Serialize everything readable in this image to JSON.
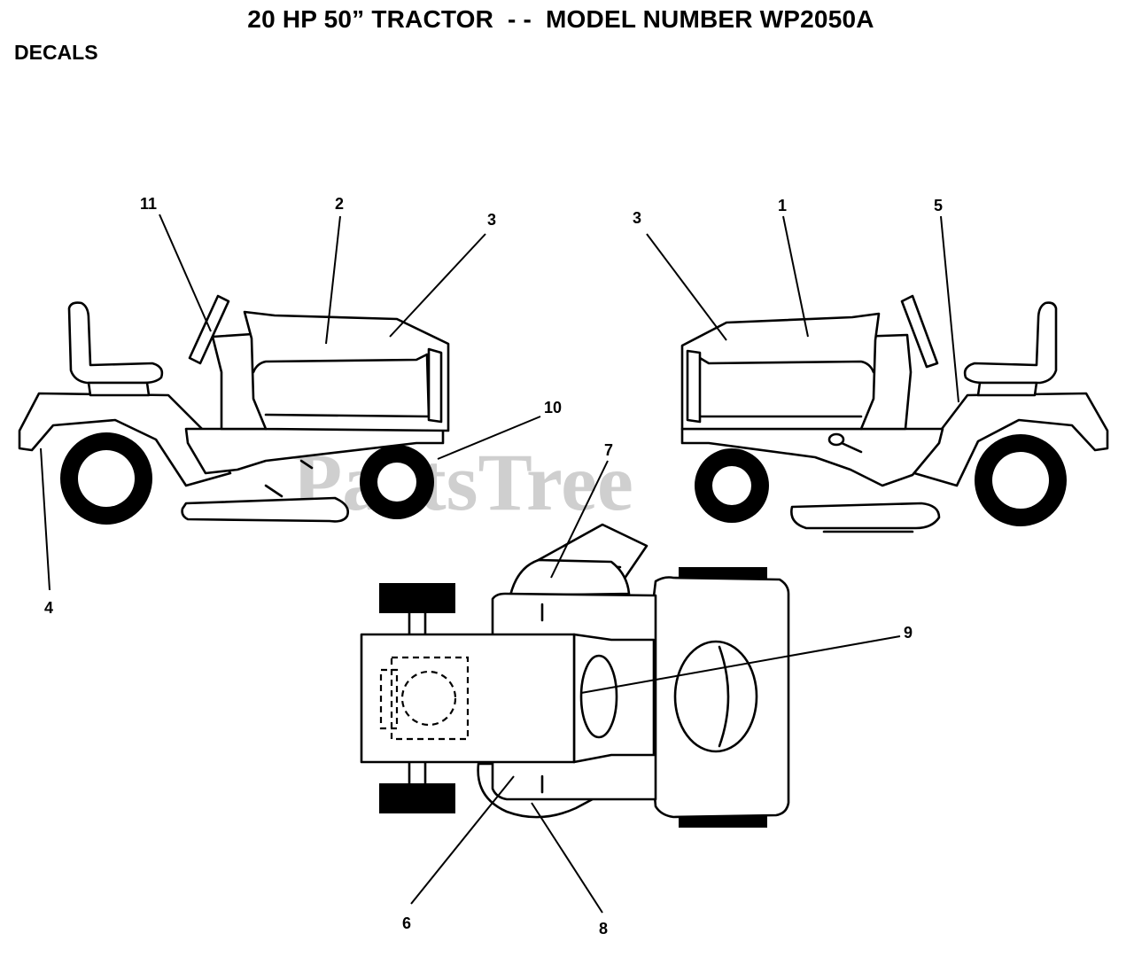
{
  "header": {
    "title": "20 HP 50” TRACTOR  - -  MODEL NUMBER WP2050A",
    "section": "DECALS"
  },
  "watermark": {
    "text": "PartsTree",
    "color": "#cfcfcf"
  },
  "callouts": {
    "c1": "1",
    "c2": "2",
    "c3_left": "3",
    "c3_right": "3",
    "c4": "4",
    "c5": "5",
    "c6": "6",
    "c7": "7",
    "c8": "8",
    "c9": "9",
    "c10": "10",
    "c11": "11"
  },
  "views": [
    "left-side-view",
    "right-side-view",
    "top-view"
  ]
}
